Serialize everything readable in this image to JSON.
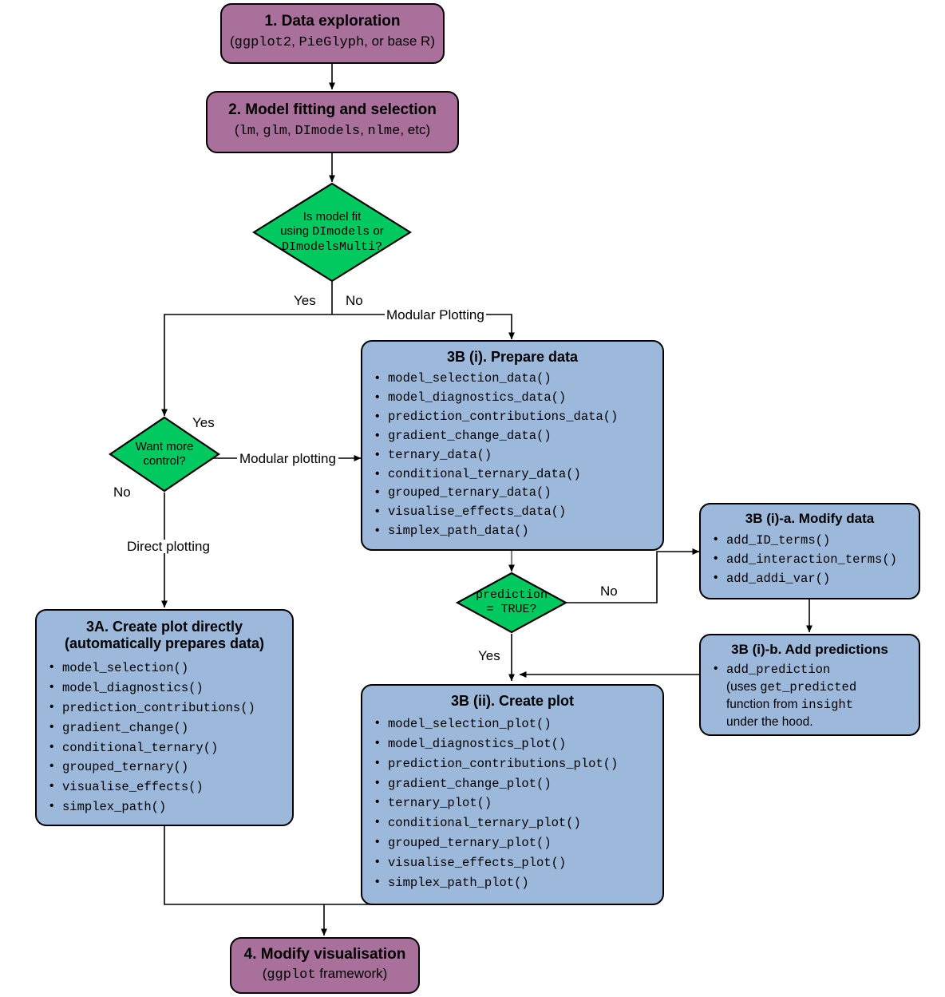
{
  "diagram": {
    "title": "DImodels visualisation workflow flowchart",
    "colors": {
      "purple": "#a9709b",
      "blue": "#9cb8da",
      "green": "#00c95f",
      "stroke": "#000000",
      "gray_stroke": "#808080"
    }
  },
  "nodes": {
    "step1": {
      "title": "1. Data exploration",
      "sub_parts": [
        "(",
        "ggplot2",
        ", ",
        "PieGlyph",
        ", or base R)"
      ],
      "sub_plain": "(ggplot2, PieGlyph, or base R)"
    },
    "step2": {
      "title": "2. Model fitting and selection",
      "sub_plain": "(lm, glm, DImodels, nlme, etc)"
    },
    "decision1": {
      "line1": "Is model fit",
      "line2_pre": "using ",
      "line2_mono": "DImodels",
      "line2_post": " or",
      "line3_mono": "DImodelsMulti?"
    },
    "decision2": {
      "line1": "Want more",
      "line2": "control?"
    },
    "decision3": {
      "line1": "prediction",
      "line2": "= TRUE?"
    },
    "step3b_i": {
      "title": "3B (i). Prepare data",
      "items": [
        "model_selection_data()",
        "model_diagnostics_data()",
        "prediction_contributions_data()",
        "gradient_change_data()",
        "ternary_data()",
        "conditional_ternary_data()",
        "grouped_ternary_data()",
        "visualise_effects_data()",
        "simplex_path_data()"
      ]
    },
    "step3b_ia": {
      "title": "3B (i)-a. Modify data",
      "items": [
        "add_ID_terms()",
        "add_interaction_terms()",
        "add_addi_var()"
      ]
    },
    "step3b_ib": {
      "title": "3B (i)-b. Add predictions",
      "item_line1": "add_prediction",
      "item_line2_pre": "(uses ",
      "item_line2_mono": "get_predicted",
      "item_line3_pre": "function from ",
      "item_line3_mono": "insight",
      "item_line4": "under the hood."
    },
    "step3a": {
      "title_line1": "3A. Create plot directly",
      "title_line2": "(automatically prepares data)",
      "items": [
        "model_selection()",
        "model_diagnostics()",
        "prediction_contributions()",
        "gradient_change()",
        "conditional_ternary()",
        "grouped_ternary()",
        "visualise_effects()",
        "simplex_path()"
      ]
    },
    "step3b_ii": {
      "title": "3B (ii). Create plot",
      "items": [
        "model_selection_plot()",
        "model_diagnostics_plot()",
        "prediction_contributions_plot()",
        "gradient_change_plot()",
        "ternary_plot()",
        "conditional_ternary_plot()",
        "grouped_ternary_plot()",
        "visualise_effects_plot()",
        "simplex_path_plot()"
      ]
    },
    "step4": {
      "title": "4. Modify visualisation",
      "sub_mono": "ggplot",
      "sub_plain": "(ggplot framework)"
    }
  },
  "edge_labels": {
    "d1_yes": "Yes",
    "d1_no": "No",
    "modular_plotting_top": "Modular Plotting",
    "d2_yes": "Yes",
    "d2_no": "No",
    "d2_modular": "Modular plotting",
    "d2_direct": "Direct plotting",
    "d3_no": "No",
    "d3_yes": "Yes"
  }
}
